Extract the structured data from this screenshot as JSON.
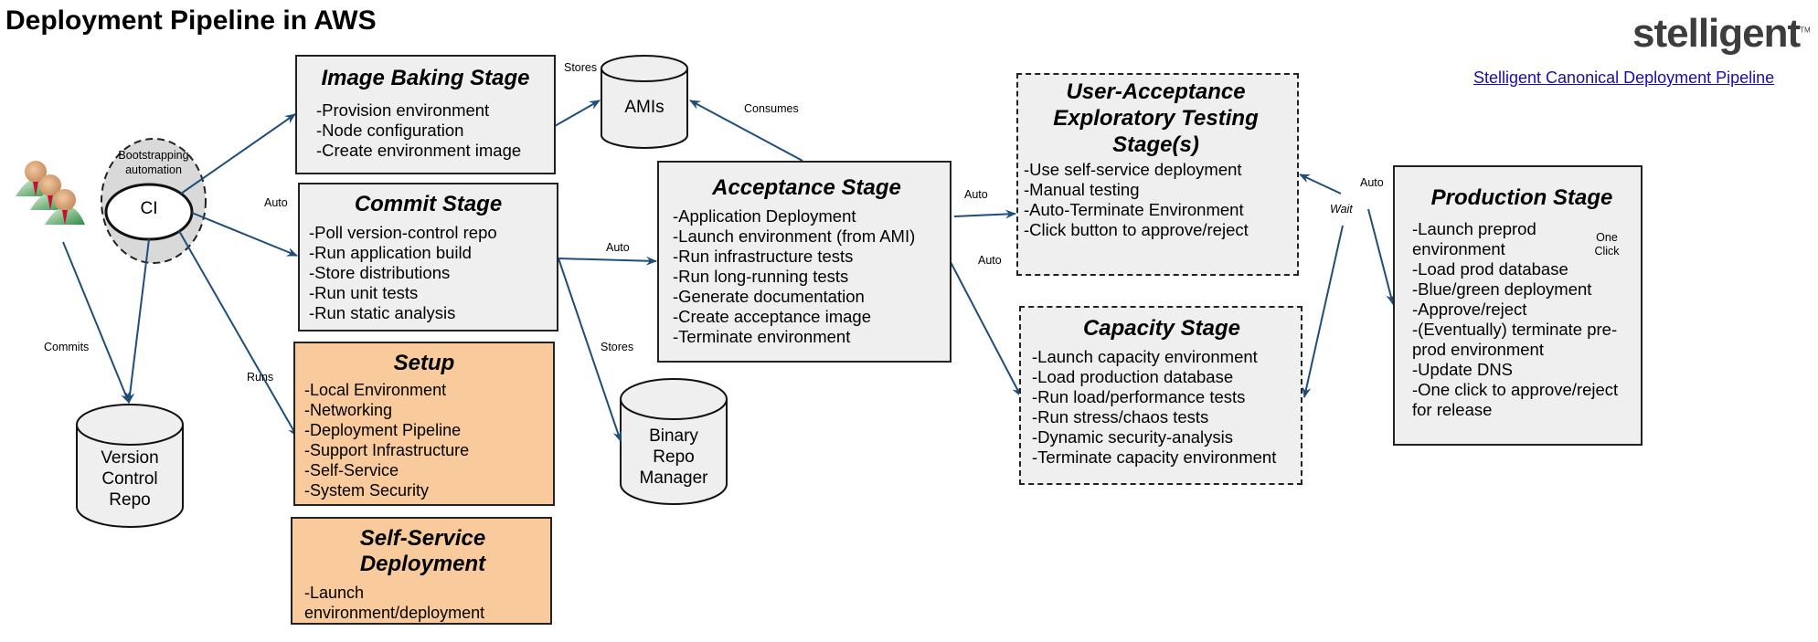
{
  "header": {
    "title": "Deployment Pipeline in AWS",
    "logo": "stelligent",
    "logo_tm": "TM",
    "link": "Stelligent Canonical Deployment Pipeline"
  },
  "actors": {
    "users_icon": "users-group-icon",
    "bootstrapping": "Bootstrapping automation",
    "ci": "CI"
  },
  "stores": {
    "amis": "AMIs",
    "version_control": [
      "Version",
      "Control",
      "Repo"
    ],
    "binary_repo": [
      "Binary",
      "Repo",
      "Manager"
    ]
  },
  "stages": {
    "image_baking": {
      "title": "Image Baking Stage",
      "items": [
        "-Provision environment",
        "-Node configuration",
        "-Create environment image"
      ]
    },
    "commit": {
      "title": "Commit Stage",
      "items": [
        "-Poll version-control repo",
        "-Run application build",
        "-Store distributions",
        "-Run unit tests",
        "-Run static analysis"
      ]
    },
    "setup": {
      "title": "Setup",
      "items": [
        "-Local Environment",
        "-Networking",
        "-Deployment Pipeline",
        "-Support Infrastructure",
        "-Self-Service",
        "-System Security"
      ]
    },
    "self_service": {
      "title": "Self-Service Deployment",
      "items": [
        "-Launch environment/deployment"
      ]
    },
    "acceptance": {
      "title": "Acceptance Stage",
      "items": [
        "-Application Deployment",
        "-Launch environment (from AMI)",
        "-Run infrastructure tests",
        "-Run long-running tests",
        "-Generate documentation",
        "-Create acceptance image",
        "-Terminate environment"
      ]
    },
    "uat": {
      "title": "User-Acceptance Exploratory Testing Stage(s)",
      "items": [
        "-Use self-service deployment",
        "-Manual testing",
        "-Auto-Terminate Environment",
        "-Click button to approve/reject"
      ]
    },
    "capacity": {
      "title": "Capacity Stage",
      "items": [
        "-Launch capacity environment",
        "-Load production database",
        "-Run load/performance tests",
        "-Run stress/chaos tests",
        "-Dynamic security-analysis",
        "-Terminate capacity environment"
      ]
    },
    "production": {
      "title": "Production Stage",
      "items": [
        "-Launch preprod environment",
        "-Load prod database",
        "-Blue/green deployment",
        "-Approve/reject",
        "-(Eventually) terminate pre-prod environment",
        "-Update DNS",
        "-One click to approve/reject for release"
      ],
      "note": "One Click"
    }
  },
  "edge_labels": {
    "stores_ami": "Stores",
    "consumes": "Consumes",
    "auto_commit": "Auto",
    "auto_acceptance": "Auto",
    "stores_binary": "Stores",
    "commits": "Commits",
    "runs": "Runs",
    "auto_uat": "Auto",
    "auto_capacity": "Auto",
    "auto_production": "Auto",
    "wait": "Wait"
  },
  "colors": {
    "arrow": "#1f4e79",
    "stage_fill": "#efefef",
    "setup_fill": "#f9cb9c",
    "link": "#1a0dab"
  }
}
